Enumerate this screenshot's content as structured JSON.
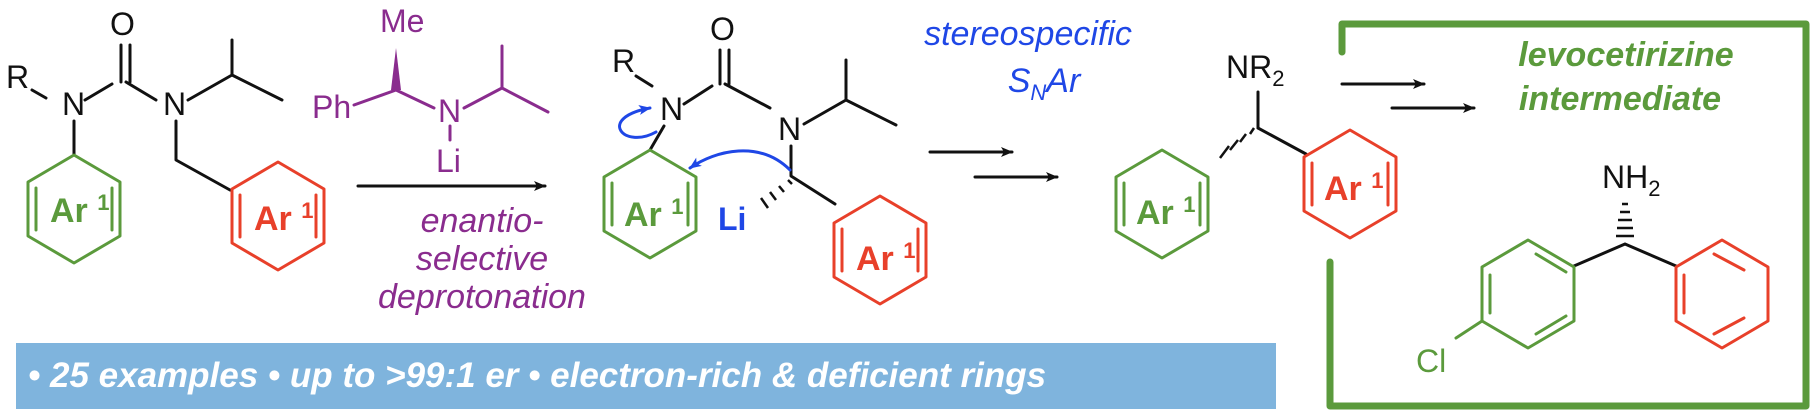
{
  "colors": {
    "aryl_green": "#5b9a3c",
    "aryl_red": "#e8402a",
    "reagent_purple": "#8a2c8e",
    "annotation_blue": "#1f47e6",
    "product_green": "#5b9a3c",
    "banner_blue": "#7fb4dd",
    "bond_black": "#111111"
  },
  "urea": {
    "r_label": "R",
    "n1_label": "N",
    "n2_label": "N",
    "o_label": "O",
    "ring_left": "Ar1",
    "ring_right": "Ar1"
  },
  "base": {
    "me_label": "Me",
    "ph_label": "Ph",
    "n_label": "N",
    "li_label": "Li"
  },
  "step1": {
    "line1": "enantio-",
    "line2": "selective",
    "line3": "deprotonation"
  },
  "intermediate": {
    "r_label": "R",
    "n1_label": "N",
    "n2_label": "N",
    "o_label": "O",
    "li_label": "Li",
    "ring_left": "Ar1",
    "ring_right": "Ar1"
  },
  "step2": {
    "line1": "stereospecific",
    "line2_s": "S",
    "line2_sub": "N",
    "line2_rest": "Ar"
  },
  "product": {
    "nr2_label": "NR",
    "nr2_sub": "2",
    "ring_left": "Ar1",
    "ring_right": "Ar1"
  },
  "target": {
    "title_line1": "levocetirizine",
    "title_line2": "intermediate",
    "nh2_label": "NH",
    "nh2_sub": "2",
    "cl_label": "Cl"
  },
  "banner": {
    "text": "• 25 examples • up to >99:1 er • electron-rich & deficient rings"
  }
}
